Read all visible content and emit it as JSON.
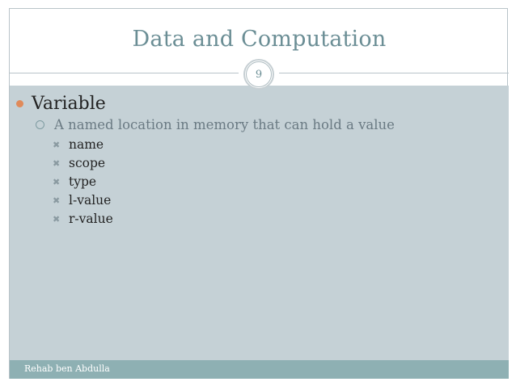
{
  "slide": {
    "title": "Data and Computation",
    "page_number": "9",
    "footer": "Rehab ben Abdulla"
  },
  "content": {
    "heading": "Variable",
    "definition": "A named location in memory that can hold a value",
    "attributes": [
      "name",
      "scope",
      "type",
      "l-value",
      "r-value"
    ]
  },
  "icons": {
    "level1_bullet": "filled-circle-icon",
    "level2_bullet": "hollow-circle-icon",
    "level3_bullet": "x-mark-icon"
  },
  "colors": {
    "title": "#6b8e95",
    "content_bg": "#c5d1d6",
    "footer_bg": "#8eb0b3",
    "bullet_accent": "#e08a5a"
  }
}
